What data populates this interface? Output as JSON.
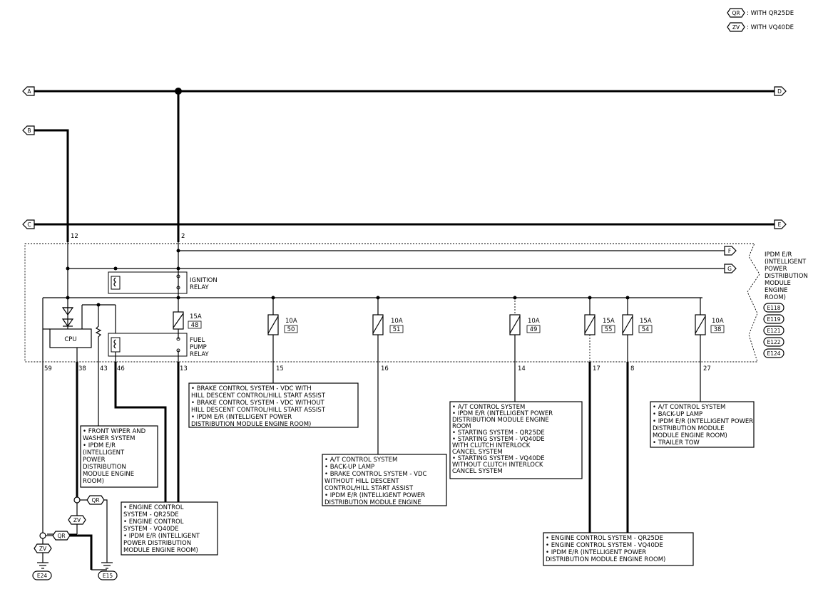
{
  "legend": [
    {
      "tag": "QR",
      "text": ": WITH QR25DE"
    },
    {
      "tag": "ZV",
      "text": ": WITH VQ40DE"
    }
  ],
  "arrows": {
    "A": "A",
    "B": "B",
    "C": "C",
    "D": "D",
    "E": "E",
    "F": "F",
    "G": "G"
  },
  "module": {
    "lines": [
      "IPDM E/R",
      "(INTELLIGENT",
      "POWER",
      "DISTRIBUTION",
      "MODULE",
      "ENGINE",
      "ROOM)"
    ],
    "connectors": [
      "E118",
      "E119",
      "E121",
      "E122",
      "E124"
    ]
  },
  "relays": {
    "ignition": [
      "IGNITION",
      "RELAY"
    ],
    "fuel_pump": [
      "FUEL",
      "PUMP",
      "RELAY"
    ]
  },
  "cpu": "CPU",
  "fuses": [
    {
      "amp": "15A",
      "num": "48"
    },
    {
      "amp": "10A",
      "num": "50"
    },
    {
      "amp": "10A",
      "num": "51"
    },
    {
      "amp": "10A",
      "num": "49"
    },
    {
      "amp": "15A",
      "num": "55"
    },
    {
      "amp": "15A",
      "num": "54"
    },
    {
      "amp": "10A",
      "num": "38"
    }
  ],
  "pins": {
    "p12": "12",
    "p2": "2",
    "p59": "59",
    "p38": "38",
    "p43": "43",
    "p46": "46",
    "p13": "13",
    "p15": "15",
    "p16": "16",
    "p14": "14",
    "p17": "17",
    "p8": "8",
    "p27": "27"
  },
  "notes": {
    "wiper": [
      "• FRONT WIPER AND",
      "   WASHER SYSTEM",
      "• IPDM E/R",
      "   (INTELLIGENT",
      "   POWER",
      "   DISTRIBUTION",
      "   MODULE ENGINE",
      "   ROOM)"
    ],
    "engine_left": [
      "• ENGINE CONTROL",
      "   SYSTEM - QR25DE",
      "• ENGINE CONTROL",
      "   SYSTEM - VQ40DE",
      "• IPDM E/R (INTELLIGENT",
      "   POWER DISTRIBUTION",
      "   MODULE ENGINE ROOM)"
    ],
    "brake": [
      "• BRAKE CONTROL SYSTEM - VDC WITH",
      "   HILL DESCENT CONTROL/HILL START ASSIST",
      "• BRAKE CONTROL SYSTEM - VDC WITHOUT",
      "   HILL DESCENT CONTROL/HILL START ASSIST",
      "• IPDM E/R (INTELLIGENT POWER",
      "   DISTRIBUTION MODULE ENGINE ROOM)"
    ],
    "at16": [
      "• A/T CONTROL SYSTEM",
      "• BACK-UP LAMP",
      "• BRAKE CONTROL SYSTEM - VDC",
      "   WITHOUT HILL DESCENT",
      "   CONTROL/HILL START ASSIST",
      "• IPDM E/R (INTELLIGENT POWER",
      "   DISTRIBUTION MODULE ENGINE"
    ],
    "at14": [
      "• A/T CONTROL SYSTEM",
      "• IPDM E/R (INTELLIGENT POWER",
      "   DISTRIBUTION MODULE ENGINE",
      "   ROOM",
      "• STARTING SYSTEM - QR25DE",
      "• STARTING SYSTEM - VQ40DE",
      "   WITH CLUTCH INTERLOCK",
      "   CANCEL SYSTEM",
      "• STARTING SYSTEM - VQ40DE",
      "   WITHOUT CLUTCH INTERLOCK",
      "   CANCEL SYSTEM"
    ],
    "at27": [
      "• A/T CONTROL SYSTEM",
      "• BACK-UP LAMP",
      "• IPDM E/R (INTELLIGENT POWER",
      "   DISTRIBUTION MODULE",
      "   MODULE ENGINE ROOM)",
      "• TRAILER TOW"
    ],
    "engine_right": [
      "• ENGINE CONTROL SYSTEM - QR25DE",
      "• ENGINE CONTROL SYSTEM - VQ40DE",
      "• IPDM E/R (INTELLIGENT POWER",
      "   DISTRIBUTION MODULE ENGINE ROOM)"
    ]
  },
  "ground_tags": {
    "qr1": "QR",
    "zv1": "ZV",
    "qr2": "QR",
    "zv2": "ZV"
  },
  "grounds": {
    "e24": "E24",
    "e15": "E15"
  }
}
